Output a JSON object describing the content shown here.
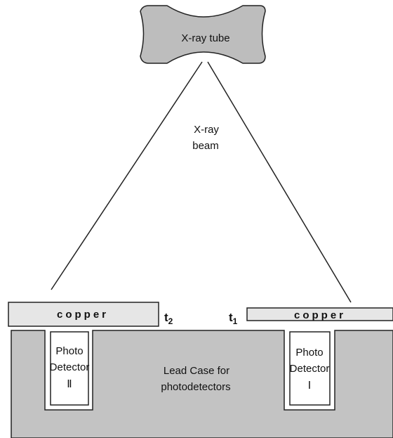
{
  "tube": {
    "label": "X-ray tube"
  },
  "beam": {
    "label_line1": "X-ray",
    "label_line2": "beam"
  },
  "left_plate": {
    "label": "copper",
    "thickness_base": "t",
    "thickness_sub": "2"
  },
  "right_plate": {
    "label": "copper",
    "thickness_base": "t",
    "thickness_sub": "1"
  },
  "case": {
    "label_line1": "Lead Case for",
    "label_line2": "photodetectors"
  },
  "detector_left": {
    "line1": "Photo",
    "line2": "Detector",
    "numeral": "Ⅱ"
  },
  "detector_right": {
    "line1": "Photo",
    "line2": "Detector",
    "numeral": "Ⅰ"
  },
  "colors": {
    "tube_fill": "#bdbdbd",
    "case_fill": "#c3c3c3",
    "plate_fill": "#e6e6e6",
    "stroke": "#222222"
  }
}
